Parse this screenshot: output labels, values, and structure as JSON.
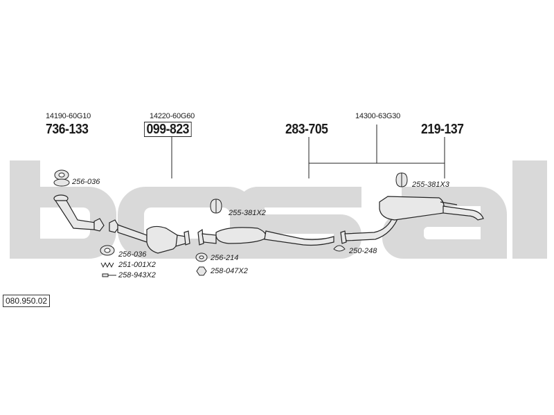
{
  "watermark": "bosal",
  "reference_number": "080.950.02",
  "assemblies": [
    {
      "oem": "14190-60G10",
      "part": "736-133",
      "boxed": false
    },
    {
      "oem": "14220-60G60",
      "part": "099-823",
      "boxed": true
    },
    {
      "oem": "14300-63G30",
      "part_left": "283-705",
      "part_right": "219-137"
    }
  ],
  "parts": [
    {
      "id": "p1",
      "label": "256-036"
    },
    {
      "id": "p2",
      "label": "256-036"
    },
    {
      "id": "p3",
      "label": "251-001X2"
    },
    {
      "id": "p4",
      "label": "258-943X2"
    },
    {
      "id": "p5",
      "label": "255-381X2"
    },
    {
      "id": "p6",
      "label": "256-214"
    },
    {
      "id": "p7",
      "label": "258-047X2"
    },
    {
      "id": "p8",
      "label": "250-248"
    },
    {
      "id": "p9",
      "label": "255-381X3"
    }
  ],
  "colors": {
    "line": "#222222",
    "watermark": "#d9d9d9",
    "part_fill": "#e6e6e6"
  }
}
